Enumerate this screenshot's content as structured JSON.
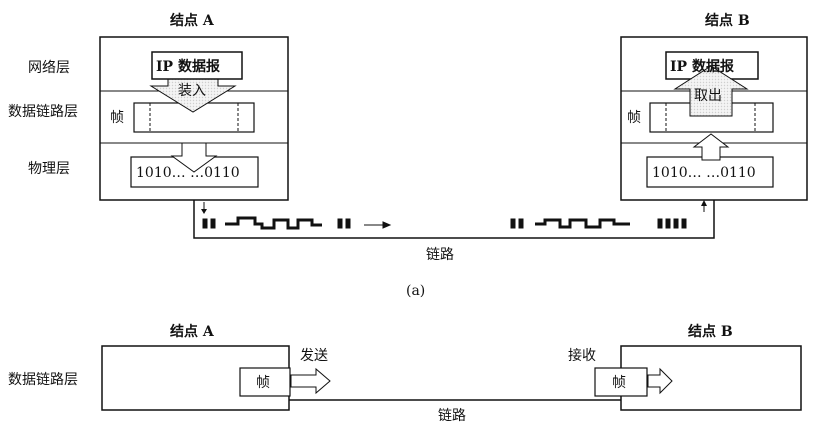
{
  "diagram_a": {
    "node_a_label": "结点 A",
    "node_b_label": "结点 B",
    "layer_network": "网络层",
    "layer_datalink": "数据链路层",
    "layer_physical": "物理层",
    "ip_datagram": "IP 数据报",
    "encapsulate": "装入",
    "extract": "取出",
    "frame": "帧",
    "bits_a": "1010… …0110",
    "bits_b": "1010… …0110",
    "link_label": "链路",
    "caption": "(a)"
  },
  "diagram_b": {
    "node_a_label": "结点 A",
    "node_b_label": "结点 B",
    "layer_datalink": "数据链路层",
    "send": "发送",
    "receive": "接收",
    "frame_a": "帧",
    "frame_b": "帧",
    "link_label": "链路"
  }
}
